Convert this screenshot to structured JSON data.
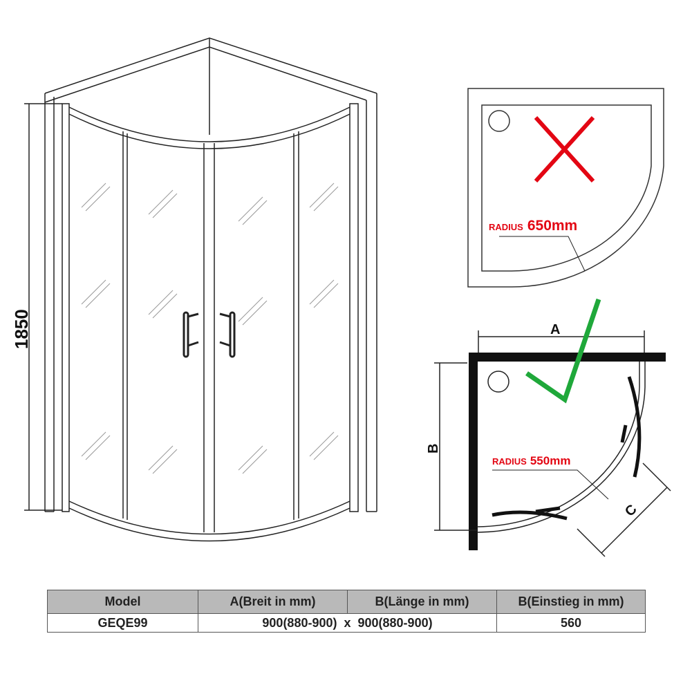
{
  "enclosure": {
    "height_label": "1850"
  },
  "top_right": {
    "radius_word": "RADIUS",
    "radius_value": "650mm",
    "mark": "cross",
    "mark_color": "#e30613"
  },
  "bottom_right": {
    "radius_word": "RADIUS",
    "radius_value": "550mm",
    "dim_a": "A",
    "dim_b": "B",
    "dim_c": "C",
    "mark": "check",
    "mark_color": "#1fa83a"
  },
  "table": {
    "headers": [
      "Model",
      "A(Breit in mm)",
      "B(Länge in mm)",
      "B(Einstieg in mm)"
    ],
    "row": {
      "model": "GEQE99",
      "size": "900(880-900)  x  900(880-900)",
      "entry": "560"
    }
  }
}
